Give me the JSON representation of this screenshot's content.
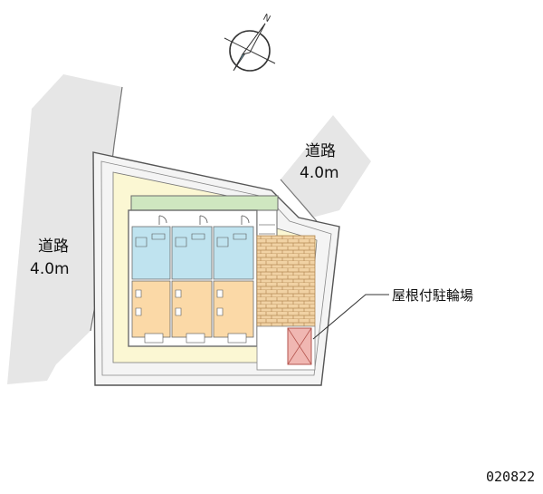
{
  "compass": {
    "north_letter": "N",
    "icon": "compass-north-icon"
  },
  "roads": [
    {
      "name": "道路",
      "width": "4.0m"
    },
    {
      "name": "道路",
      "width": "4.0m"
    }
  ],
  "callout": {
    "label": "屋根付駐輪場"
  },
  "plan_code": "020822",
  "colors": {
    "road": "#e6e6e6",
    "site": "#fbf7d3",
    "building_outline": "#6b6b6b",
    "room": "#fbd9a7",
    "wet_area": "#bfe3ef",
    "roof": "#cfe7c0",
    "brick": "#f1d2a4",
    "parking": "#f0b7b2",
    "compass_fill": "#8fd3ea"
  }
}
